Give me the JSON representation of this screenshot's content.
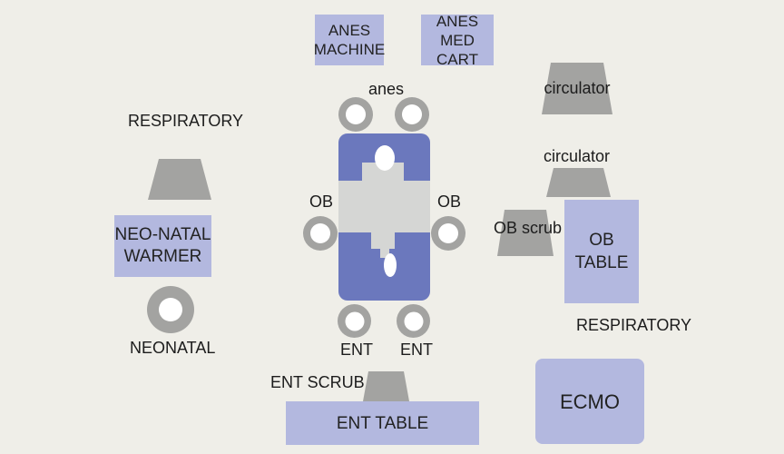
{
  "equipment": {
    "anes_machine": "ANES\nMACHINE",
    "anes_med_cart": "ANES\nMED CART",
    "neonatal_warmer": "NEO-NATAL\nWARMER",
    "ob_table": "OB\nTABLE",
    "ent_table": "ENT TABLE",
    "ecmo": "ECMO"
  },
  "staff": {
    "anes": "anes",
    "circulator_1": "circulator",
    "circulator_2": "circulator",
    "ob_scrub": "OB scrub",
    "ob_left": "OB",
    "ob_right": "OB",
    "ent_left": "ENT",
    "ent_right": "ENT",
    "ent_scrub": "ENT SCRUB",
    "respiratory_left": "RESPIRATORY",
    "respiratory_right": "RESPIRATORY",
    "neonatal": "NEONATAL"
  },
  "colors": {
    "background": "#efeee8",
    "equipment_fill": "#b3b8df",
    "operating_table": "#6b78bd",
    "table_overlay": "#d5d6d4",
    "staff_marker": "#a3a3a1",
    "stool_center": "#ffffff"
  }
}
